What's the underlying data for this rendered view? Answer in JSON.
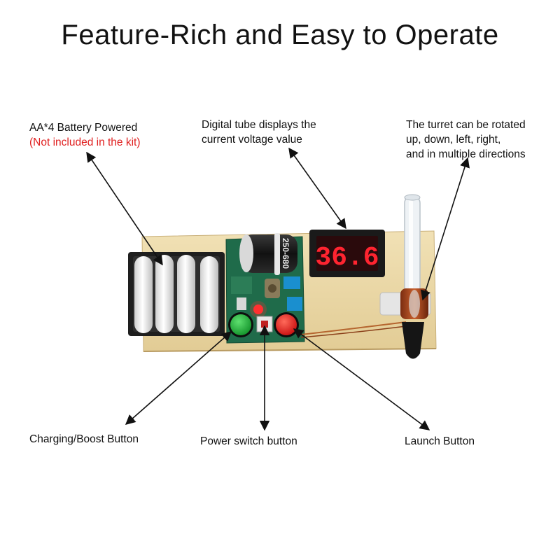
{
  "title": "Feature-Rich and Easy to Operate",
  "callouts": {
    "battery_line1": "AA*4 Battery Powered",
    "battery_line2": "(Not included in the kit)",
    "display_line1": "Digital tube displays the",
    "display_line2": "current voltage value",
    "turret_line1": "The turret can be rotated",
    "turret_line2": "up, down, left, right,",
    "turret_line3": "and in multiple directions",
    "charging": "Charging/Boost Button",
    "power": "Power switch button",
    "launch": "Launch Button"
  },
  "device": {
    "display_reading": "36.6",
    "capacitor_text": "250-680"
  },
  "colors": {
    "wood": "#ecd9a8",
    "pcb": "#1f6b4a",
    "display_red": "#ff2430",
    "green_button": "#1fb33a",
    "red_button": "#e31c1c",
    "label_red": "#e02020"
  }
}
